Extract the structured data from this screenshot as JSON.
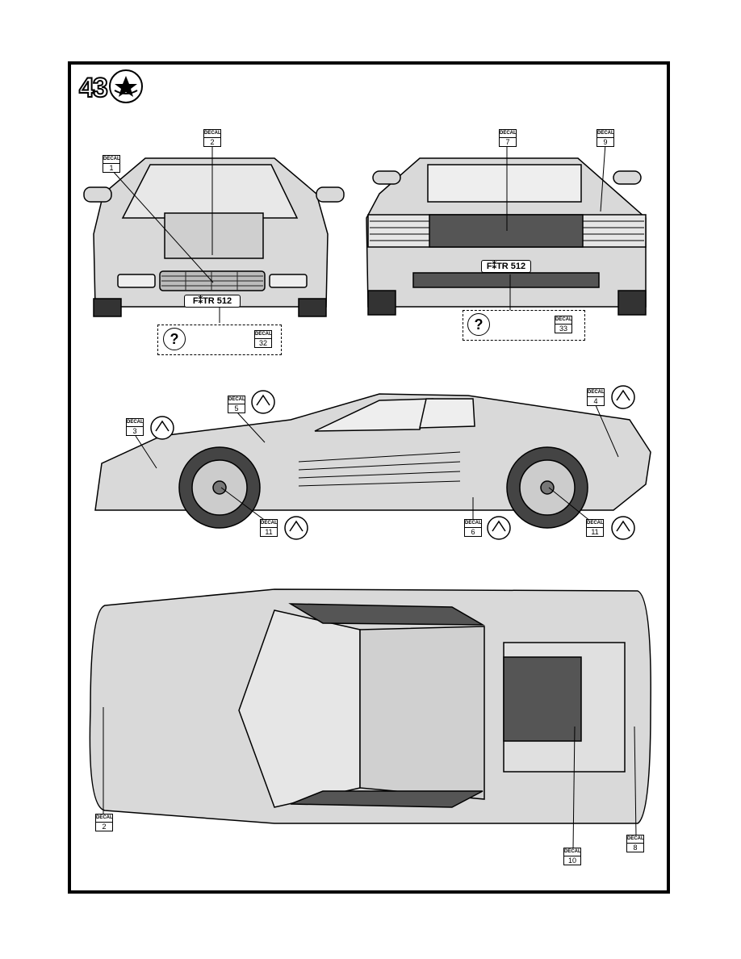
{
  "step": {
    "number": "43"
  },
  "decal_header": "DECAL",
  "decals": {
    "d1": "1",
    "d2_front": "2",
    "d7": "7",
    "d9": "9",
    "d32": "32",
    "d33": "33",
    "d3": "3",
    "d5": "5",
    "d4": "4",
    "d11a": "11",
    "d6": "6",
    "d11b": "11",
    "d2_top": "2",
    "d10": "10",
    "d8": "8"
  },
  "plates": {
    "front": "F⁑TR 512",
    "rear": "F⁑TR 512"
  },
  "legend_icons": {
    "question": "?"
  },
  "colors": {
    "car_body": "#d9d9d9",
    "car_dark": "#3a3a3a",
    "stroke": "#000000"
  }
}
